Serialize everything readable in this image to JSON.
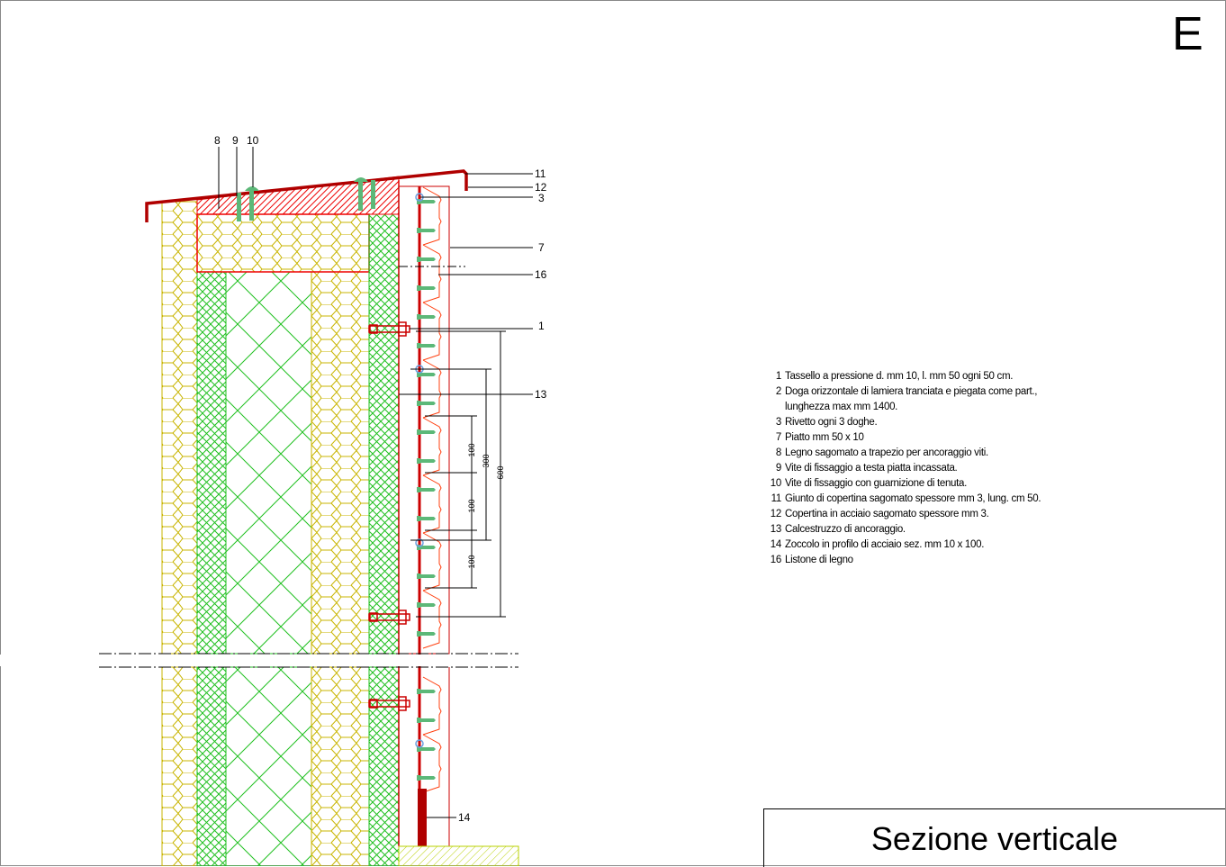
{
  "sheet_letter": "E",
  "title": "Sezione verticale",
  "callouts": {
    "c8": "8",
    "c9": "9",
    "c10": "10",
    "c11": "11",
    "c12": "12",
    "c3": "3",
    "c7": "7",
    "c16": "16",
    "c1": "1",
    "c13": "13",
    "c14": "14"
  },
  "dimensions": {
    "d1": "100",
    "d2": "100",
    "d3": "100",
    "d300": "300",
    "d600": "600"
  },
  "legend": [
    {
      "num": "1",
      "text": "Tassello a pressione d. mm 10, l. mm 50 ogni 50 cm."
    },
    {
      "num": "2",
      "text": "Doga orizzontale di lamiera tranciata e piegata come part.,",
      "cont": "lunghezza max mm 1400."
    },
    {
      "num": "3",
      "text": "Rivetto ogni 3 doghe."
    },
    {
      "num": "7",
      "text": "Piatto mm 50 x 10"
    },
    {
      "num": "8",
      "text": "Legno sagomato a trapezio per ancoraggio viti."
    },
    {
      "num": "9",
      "text": "Vite di fissaggio a testa piatta incassata."
    },
    {
      "num": "10",
      "text": "Vite di fissaggio con guarnizione di tenuta."
    },
    {
      "num": "11",
      "text": "Giunto di copertina sagomato spessore mm 3, lung. cm 50."
    },
    {
      "num": "12",
      "text": "Copertina in acciaio sagomato spessore mm 3."
    },
    {
      "num": "13",
      "text": "Calcestruzzo di ancoraggio."
    },
    {
      "num": "14",
      "text": "Zoccolo in profilo di acciaio sez. mm 10 x 100."
    },
    {
      "num": "16",
      "text": "Listone di legno"
    }
  ],
  "colors": {
    "red": "#cc0000",
    "darkred": "#b00000",
    "orange": "#ff4010",
    "yellow": "#c8b400",
    "green": "#20c020",
    "screw": "#5cb878",
    "rivet": "#6aa0e0"
  }
}
